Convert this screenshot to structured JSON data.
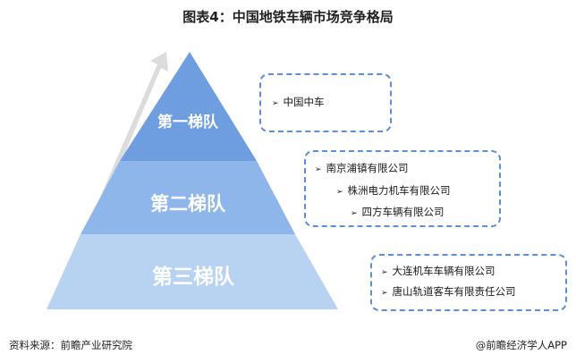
{
  "title": "图表4：中国地铁车辆市场竞争格局",
  "tiers": [
    {
      "label": "第一梯队",
      "companies": [
        "中国中车"
      ]
    },
    {
      "label": "第二梯队",
      "companies": [
        "南京浦镇有限公司",
        "株洲电力机车有限公司",
        "四方车辆有限公司"
      ]
    },
    {
      "label": "第三梯队",
      "companies": [
        "大连机车车辆有限公司",
        "唐山轨道客车有限责任公司"
      ]
    }
  ],
  "bullet_glyph": "➢",
  "footer": {
    "source": "资料来源：前瞻产业研究院",
    "brand": "@前瞻经济学人APP"
  },
  "colors": {
    "tier1": "#6e9ee0",
    "tier2": "#8fb6ea",
    "tier3": "#b8d2f2",
    "arrow": "#dcdcdc",
    "box_border": "#5b8fd6"
  }
}
